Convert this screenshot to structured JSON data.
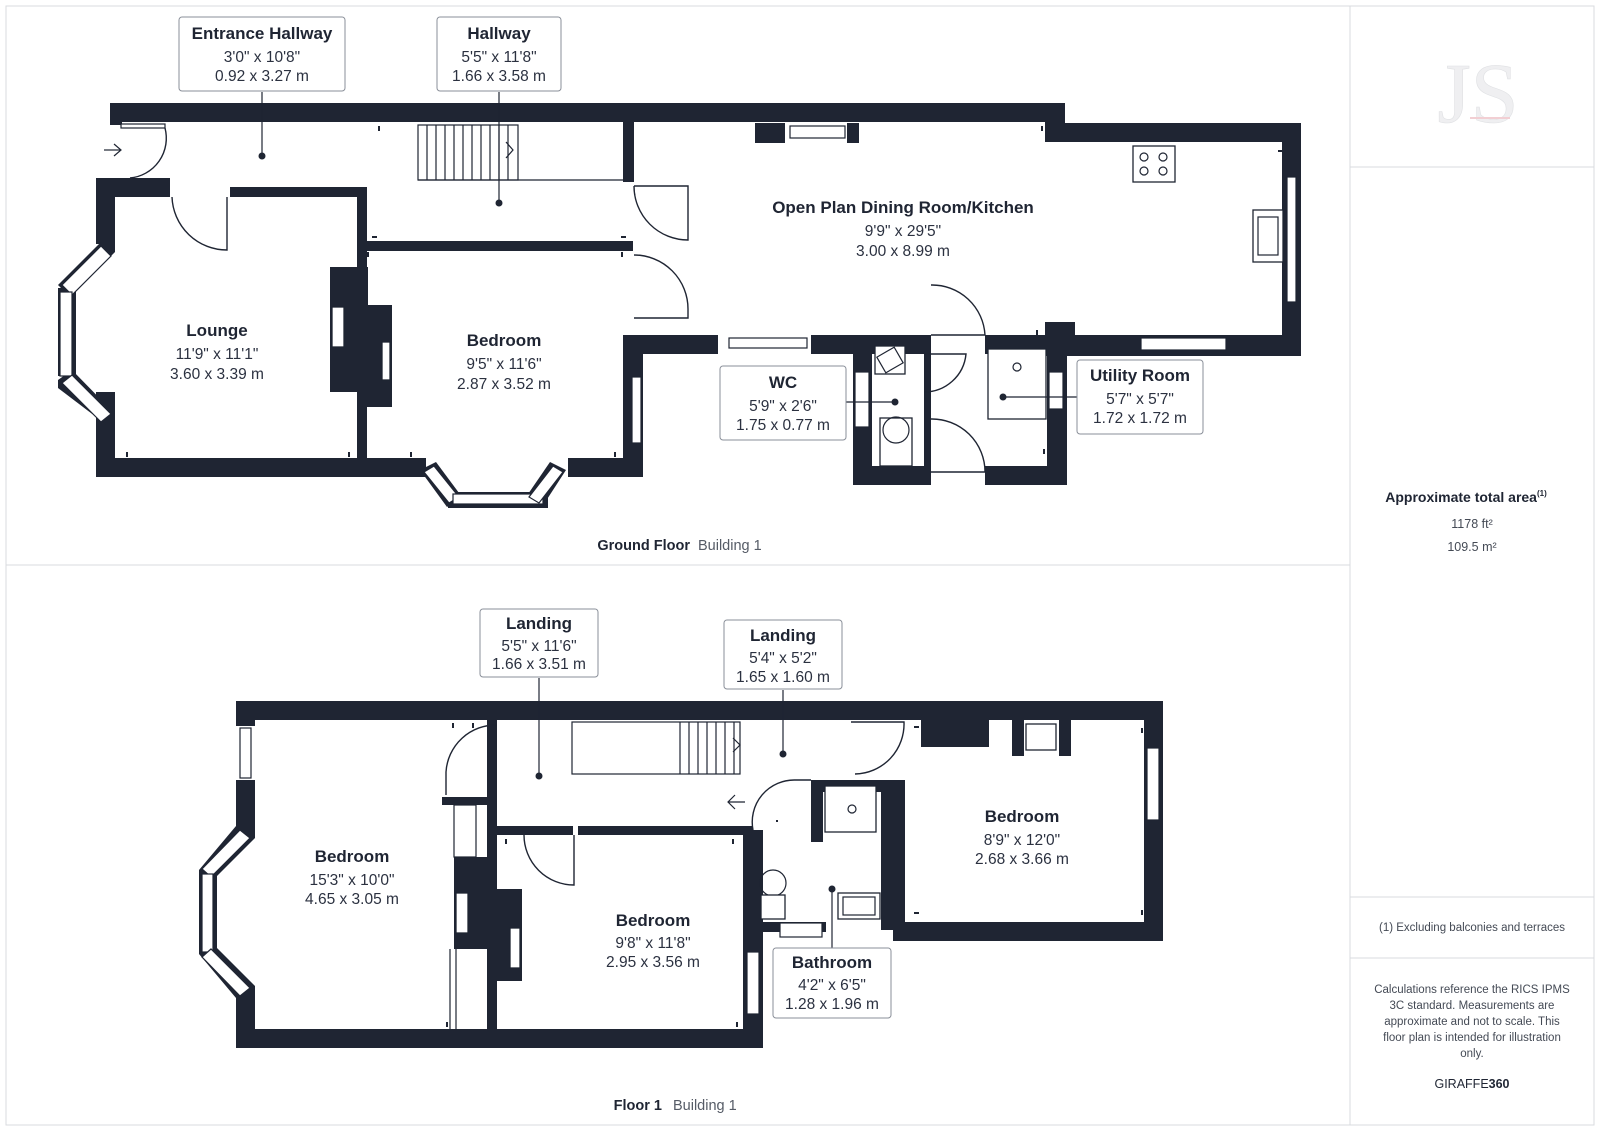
{
  "floors": [
    {
      "name": "Ground Floor",
      "building": "Building 1"
    },
    {
      "name": "Floor 1",
      "building": "Building 1"
    }
  ],
  "rooms": {
    "entrance_hallway": {
      "name": "Entrance Hallway",
      "imperial": "3'0\" x 10'8\"",
      "metric": "0.92 x 3.27 m"
    },
    "hallway": {
      "name": "Hallway",
      "imperial": "5'5\" x 11'8\"",
      "metric": "1.66 x 3.58 m"
    },
    "dining_kitchen": {
      "name": "Open Plan Dining Room/Kitchen",
      "imperial": "9'9\" x 29'5\"",
      "metric": "3.00 x 8.99 m"
    },
    "lounge": {
      "name": "Lounge",
      "imperial": "11'9\" x 11'1\"",
      "metric": "3.60 x 3.39 m"
    },
    "gf_bedroom": {
      "name": "Bedroom",
      "imperial": "9'5\" x 11'6\"",
      "metric": "2.87 x 3.52 m"
    },
    "wc": {
      "name": "WC",
      "imperial": "5'9\" x 2'6\"",
      "metric": "1.75 x 0.77 m"
    },
    "utility": {
      "name": "Utility Room",
      "imperial": "5'7\" x 5'7\"",
      "metric": "1.72 x 1.72 m"
    },
    "landing_1": {
      "name": "Landing",
      "imperial": "5'5\" x 11'6\"",
      "metric": "1.66 x 3.51 m"
    },
    "landing_2": {
      "name": "Landing",
      "imperial": "5'4\" x 5'2\"",
      "metric": "1.65 x 1.60 m"
    },
    "f1_bedroom_front": {
      "name": "Bedroom",
      "imperial": "15'3\" x 10'0\"",
      "metric": "4.65 x 3.05 m"
    },
    "f1_bedroom_middle": {
      "name": "Bedroom",
      "imperial": "9'8\" x 11'8\"",
      "metric": "2.95 x 3.56 m"
    },
    "f1_bedroom_rear": {
      "name": "Bedroom",
      "imperial": "8'9\" x 12'0\"",
      "metric": "2.68 x 3.66 m"
    },
    "bathroom": {
      "name": "Bathroom",
      "imperial": "4'2\" x 6'5\"",
      "metric": "1.28 x 1.96 m"
    }
  },
  "sidebar": {
    "logo": "JS",
    "area_title": "Approximate total area",
    "area_note_marker": "(1)",
    "area_ft": "1178 ft²",
    "area_m": "109.5 m²",
    "footnote": "(1) Excluding balconies and terraces",
    "disclaimer_lines": [
      "Calculations reference the RICS IPMS",
      "3C standard. Measurements are",
      "approximate and not to scale. This",
      "floor plan is intended for illustration",
      "only."
    ],
    "brand_prefix": "GIRAFFE",
    "brand_suffix": "360"
  }
}
